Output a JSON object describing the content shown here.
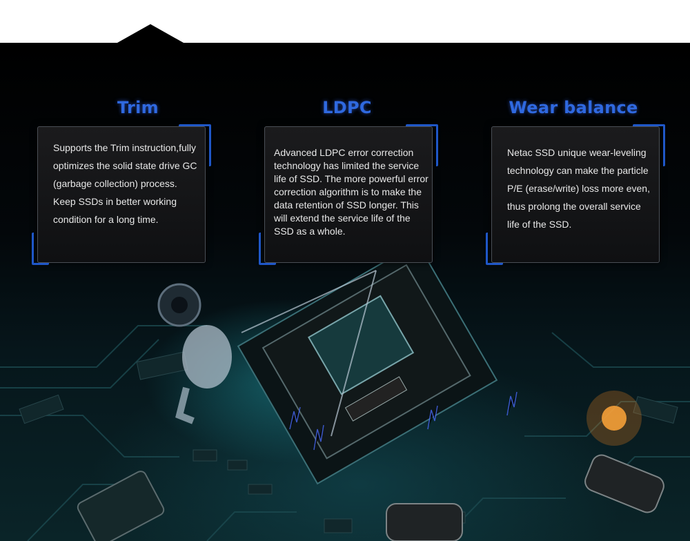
{
  "colors": {
    "accent": "#2f69e0",
    "panel_border_accent": "#1f57c8",
    "panel_text": "#e8e8e8"
  },
  "features": [
    {
      "title": "Trim",
      "description": "Supports the Trim instruction,fully optimizes the solid state drive GC (garbage collection) process. Keep SSDs in better working condition for a long time."
    },
    {
      "title": "LDPC",
      "description": "Advanced LDPC error correction technology has limited the service life of SSD. The more powerful error correction algorithm is to make the data retention of SSD longer. This will extend the service life of the SSD as a whole."
    },
    {
      "title": "Wear balance",
      "description": "Netac SSD unique wear-leveling technology can make the particle P/E (erase/write) loss more even, thus prolong the overall service life of the SSD."
    }
  ]
}
